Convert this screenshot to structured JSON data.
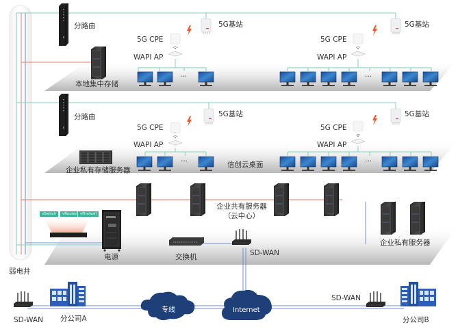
{
  "colors": {
    "teal_line": "#7fd1bd",
    "red_line": "#e07a66",
    "blue_line": "#6f8fd0",
    "cloud": "#1e3f78",
    "building": "#2e5fb8",
    "bolt": "#f05a28",
    "tag": "#3fb39a"
  },
  "shaft": {
    "label": "弱电井"
  },
  "floor1": {
    "router_label": "分路由",
    "storage_label": "本地集中存储",
    "left_cell": {
      "bs_label": "5G基站",
      "cpe_label": "5G CPE",
      "ap_label": "WAPI AP",
      "ellipsis": "···"
    },
    "right_cell": {
      "bs_label": "5G基站",
      "cpe_label": "5G CPE",
      "ap_label": "WAPI AP",
      "ellipsis": "···"
    }
  },
  "floor2": {
    "router_label": "分路由",
    "storage_label": "企业私有存储服务器",
    "desktop_label": "信创云桌面",
    "left_cell": {
      "bs_label": "5G基站",
      "cpe_label": "5G CPE",
      "ap_label": "WAPI AP",
      "ellipsis": "···"
    },
    "right_cell": {
      "bs_label": "5G基站",
      "cpe_label": "5G CPE",
      "ap_label": "WAPI AP",
      "ellipsis": "···"
    }
  },
  "floor3": {
    "virtual_tags": [
      "vSwitch",
      "vRouter",
      "vFirewall"
    ],
    "power_label": "电源",
    "switch_label": "交换机",
    "shared_servers_label_1": "企业共有服务器",
    "shared_servers_label_2": "（云中心）",
    "sdwan_label": "SD-WAN",
    "private_servers_label": "企业私有服务器"
  },
  "wan": {
    "branch_a_label": "分公司A",
    "branch_a_sdwan_label": "SD-WAN",
    "branch_b_label": "分公司B",
    "branch_b_sdwan_label": "SD-WAN",
    "leased_line_label": "专线",
    "internet_label": "Internet"
  }
}
